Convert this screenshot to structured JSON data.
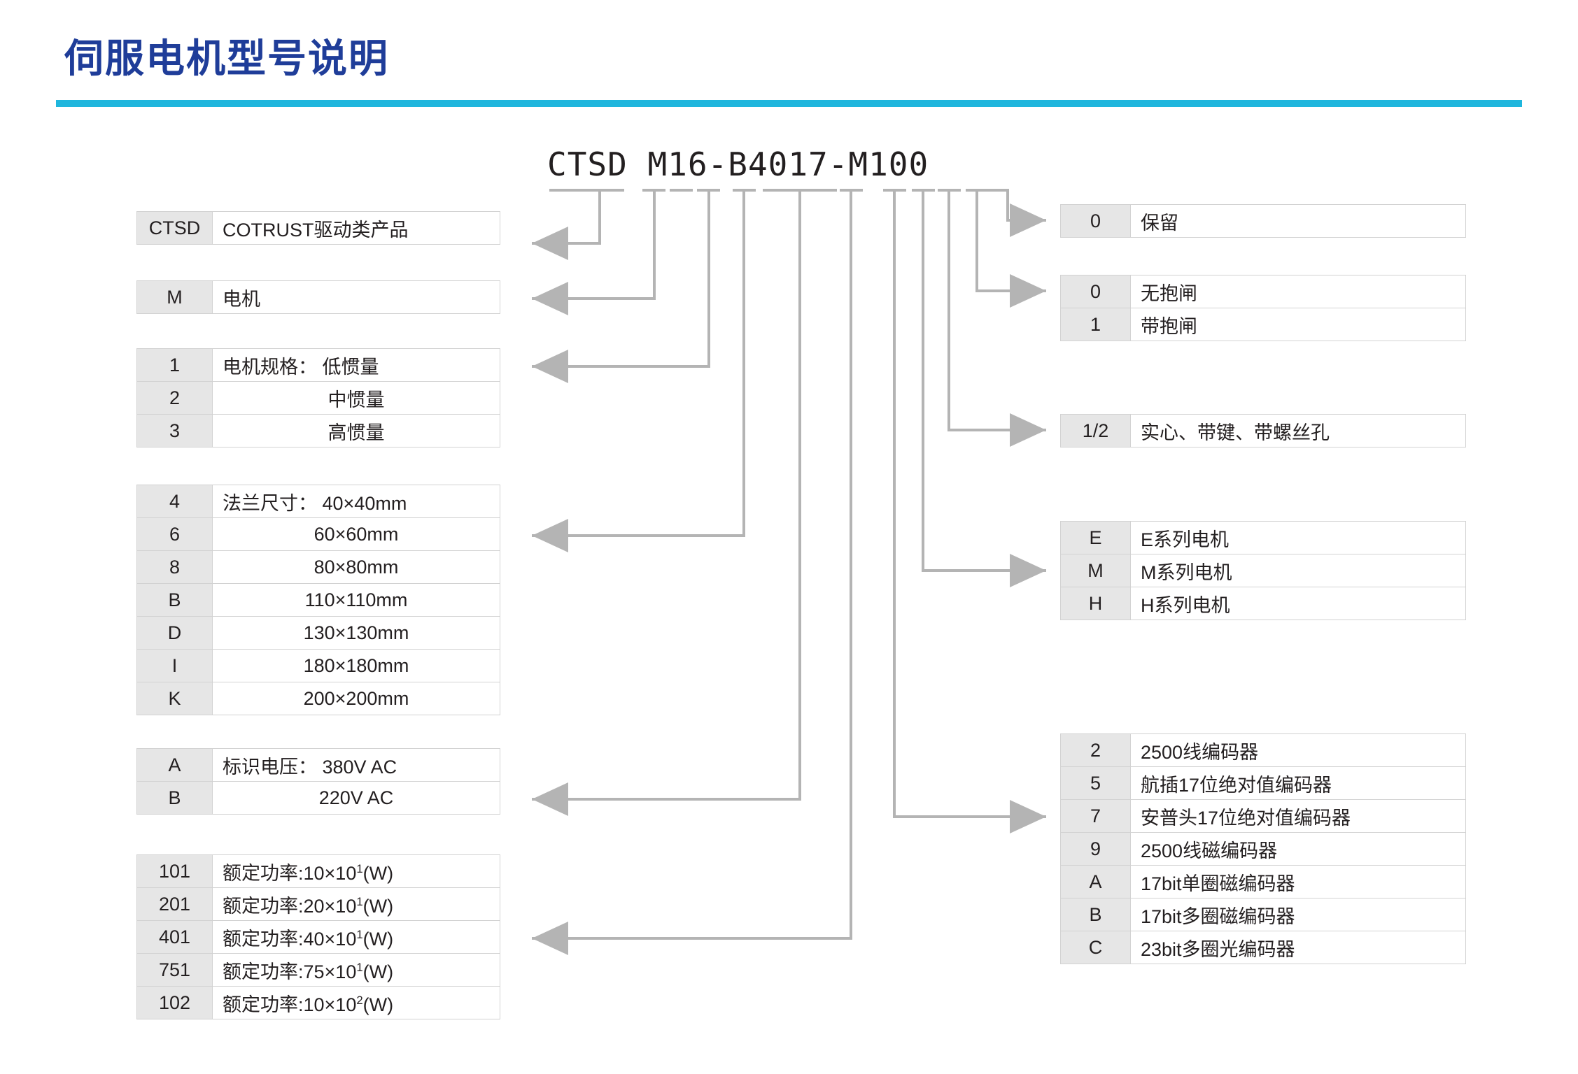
{
  "header": {
    "title": "伺服电机型号说明",
    "rule_color": "#1fb6dd",
    "title_color": "#1f3d99"
  },
  "model": {
    "string": "CTSD M16-B4017-M100"
  },
  "tables": {
    "product": {
      "rows": [
        {
          "code": "CTSD",
          "desc": "COTRUST驱动类产品",
          "align": "left"
        }
      ]
    },
    "device": {
      "rows": [
        {
          "code": "M",
          "desc": "电机",
          "align": "left"
        }
      ]
    },
    "motor_spec": {
      "rows": [
        {
          "code": "1",
          "desc": "电机规格： 低惯量",
          "align": "left"
        },
        {
          "code": "2",
          "desc": "中惯量",
          "align": "center"
        },
        {
          "code": "3",
          "desc": "高惯量",
          "align": "center"
        }
      ]
    },
    "flange_size": {
      "rows": [
        {
          "code": "4",
          "desc": "法兰尺寸： 40×40mm",
          "align": "left"
        },
        {
          "code": "6",
          "desc": "60×60mm",
          "align": "center"
        },
        {
          "code": "8",
          "desc": "80×80mm",
          "align": "center"
        },
        {
          "code": "B",
          "desc": "110×110mm",
          "align": "center"
        },
        {
          "code": "D",
          "desc": "130×130mm",
          "align": "center"
        },
        {
          "code": "I",
          "desc": "180×180mm",
          "align": "center"
        },
        {
          "code": "K",
          "desc": "200×200mm",
          "align": "center"
        }
      ]
    },
    "voltage": {
      "rows": [
        {
          "code": "A",
          "desc": "标识电压： 380V AC",
          "align": "left"
        },
        {
          "code": "B",
          "desc": "220V AC",
          "align": "center"
        }
      ]
    },
    "rated_power": {
      "rows": [
        {
          "code": "101",
          "desc": "额定功率:10×10",
          "sup": "1",
          "suffix": "(W)",
          "align": "left"
        },
        {
          "code": "201",
          "desc": "额定功率:20×10",
          "sup": "1",
          "suffix": "(W)",
          "align": "left"
        },
        {
          "code": "401",
          "desc": "额定功率:40×10",
          "sup": "1",
          "suffix": "(W)",
          "align": "left"
        },
        {
          "code": "751",
          "desc": "额定功率:75×10",
          "sup": "1",
          "suffix": "(W)",
          "align": "left"
        },
        {
          "code": "102",
          "desc": "额定功率:10×10",
          "sup": "2",
          "suffix": "(W)",
          "align": "left"
        }
      ]
    },
    "reserved": {
      "rows": [
        {
          "code": "0",
          "desc": "保留",
          "align": "left"
        }
      ]
    },
    "brake": {
      "rows": [
        {
          "code": "0",
          "desc": "无抱闸",
          "align": "left"
        },
        {
          "code": "1",
          "desc": "带抱闸",
          "align": "left"
        }
      ]
    },
    "shaft": {
      "rows": [
        {
          "code": "1/2",
          "desc": "实心、带键、带螺丝孔",
          "align": "left"
        }
      ]
    },
    "series": {
      "rows": [
        {
          "code": "E",
          "desc": "E系列电机",
          "align": "left"
        },
        {
          "code": "M",
          "desc": "M系列电机",
          "align": "left"
        },
        {
          "code": "H",
          "desc": "H系列电机",
          "align": "left"
        }
      ]
    },
    "encoder": {
      "rows": [
        {
          "code": "2",
          "desc": "2500线编码器",
          "align": "left"
        },
        {
          "code": "5",
          "desc": "航插17位绝对值编码器",
          "align": "left"
        },
        {
          "code": "7",
          "desc": "安普头17位绝对值编码器",
          "align": "left"
        },
        {
          "code": "9",
          "desc": "2500线磁编码器",
          "align": "left"
        },
        {
          "code": "A",
          "desc": "17bit单圈磁编码器",
          "align": "left"
        },
        {
          "code": "B",
          "desc": "17bit多圈磁编码器",
          "align": "left"
        },
        {
          "code": "C",
          "desc": "23bit多圈光编码器",
          "align": "left"
        }
      ]
    }
  },
  "colors": {
    "connector_line": "#b4b4b4",
    "code_cell_bg": "#e6e6e6",
    "border": "#d2d2d2"
  }
}
